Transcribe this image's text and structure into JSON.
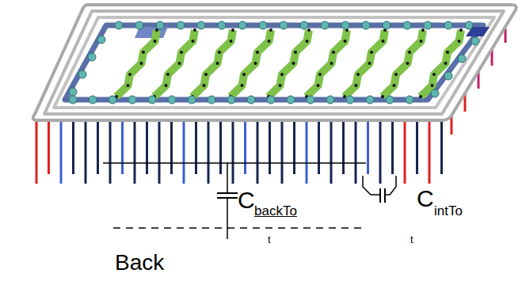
{
  "diagram": {
    "labels": [
      "C",
      "backTo",
      "t",
      "C",
      "intTo",
      "t",
      "Back"
    ]
  }
}
